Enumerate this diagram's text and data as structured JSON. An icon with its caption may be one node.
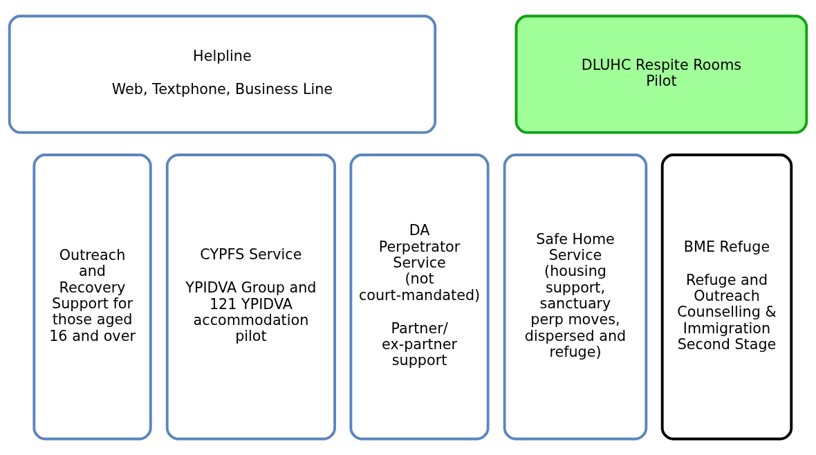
{
  "diagram": {
    "nodes": [
      {
        "text": [
          "Helpline",
          "Web, Textphone, Business Line"
        ]
      },
      {
        "text": [
          "DLUHC Respite Rooms Pilot"
        ]
      },
      {
        "text": [
          "Outreach and Recovery Support for those aged 16 and over"
        ]
      },
      {
        "text": [
          "CYPFS Service",
          "YPIDVA Group and 121 YPIDVA accommodation pilot"
        ]
      },
      {
        "text": [
          "DA Perpetrator Service (not court-mandated)",
          "Partner/ ex-partner support"
        ]
      },
      {
        "text": [
          "Safe Home Service (housing support, sanctuary perp moves, dispersed and refuge)"
        ]
      },
      {
        "text": [
          "BME Refuge",
          "Refuge and Outreach Counselling & Immigration Second Stage"
        ]
      }
    ],
    "edges": []
  }
}
